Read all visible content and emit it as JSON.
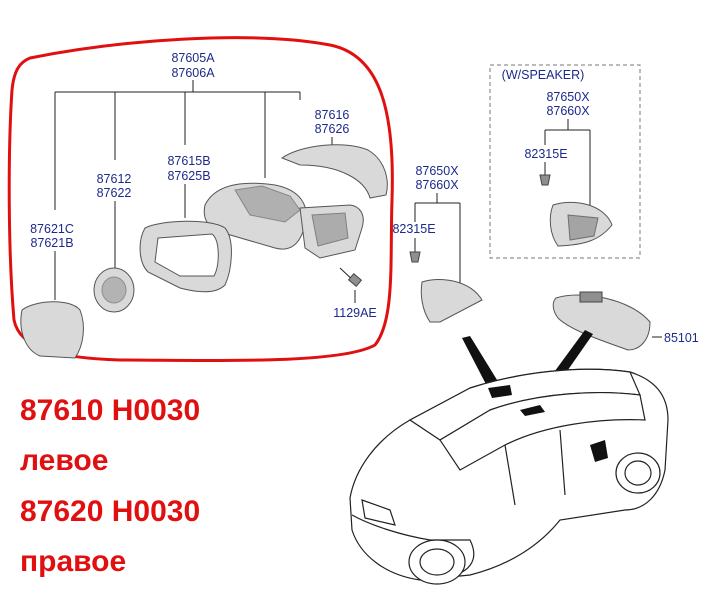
{
  "labels": {
    "top_assembly": [
      "87605A",
      "87606A"
    ],
    "cover": [
      "87616",
      "87626"
    ],
    "glass": [
      "87612",
      "87622"
    ],
    "holder": [
      "87615B",
      "87625B"
    ],
    "cap": [
      "87621C",
      "87621B"
    ],
    "bolt": "1129AE",
    "inside_mirror": [
      "87650X",
      "87660X"
    ],
    "inside_screw": "82315E",
    "speaker_box_title": "(W/SPEAKER)",
    "speaker_mirror": [
      "87650X",
      "87660X"
    ],
    "speaker_screw": "82315E",
    "rear_view": "85101"
  },
  "notes": {
    "line1": "87610 H0030",
    "line2": "левое",
    "line3": "87620 H0030",
    "line4": "правое"
  },
  "colors": {
    "highlight": "#e01010",
    "label_text": "#1d2a8c"
  }
}
